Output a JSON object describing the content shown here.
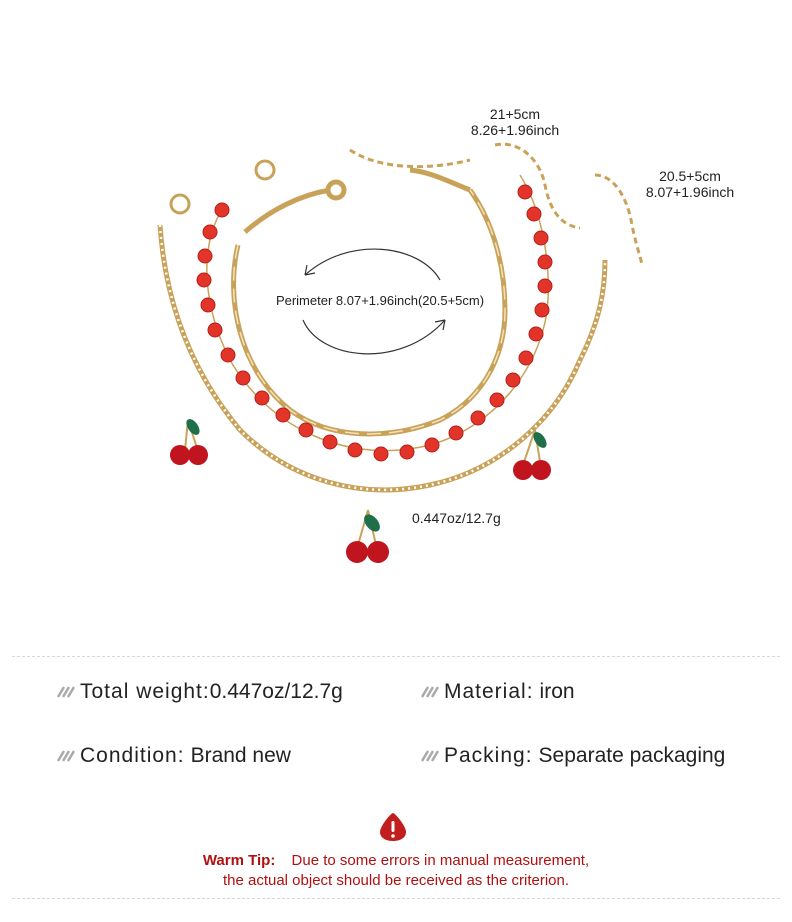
{
  "annotations": {
    "length_a_line1": "21+5cm",
    "length_a_line2": "8.26+1.96inch",
    "length_b_line1": "20.5+5cm",
    "length_b_line2": "8.07+1.96inch",
    "perimeter": "Perimeter 8.07+1.96inch(20.5+5cm)",
    "weight": "0.447oz/12.7g"
  },
  "specs": [
    {
      "key": "Total weight:",
      "value": "0.447oz/12.7g"
    },
    {
      "key": "Material:",
      "value": "iron"
    },
    {
      "key": "Condition:",
      "value": "Brand new"
    },
    {
      "key": "Packing:",
      "value": "Separate packaging"
    }
  ],
  "warm_tip": {
    "label": "Warm Tip:",
    "line1": "Due to some errors in manual measurement,",
    "line2": "the actual object should be received as the criterion."
  },
  "colors": {
    "gold": "#c9a25a",
    "bead_red": "#e3342a",
    "cherry_red": "#c0141e",
    "leaf_green": "#1f6f4a",
    "warning_red": "#c21e1e",
    "text": "#222222"
  }
}
